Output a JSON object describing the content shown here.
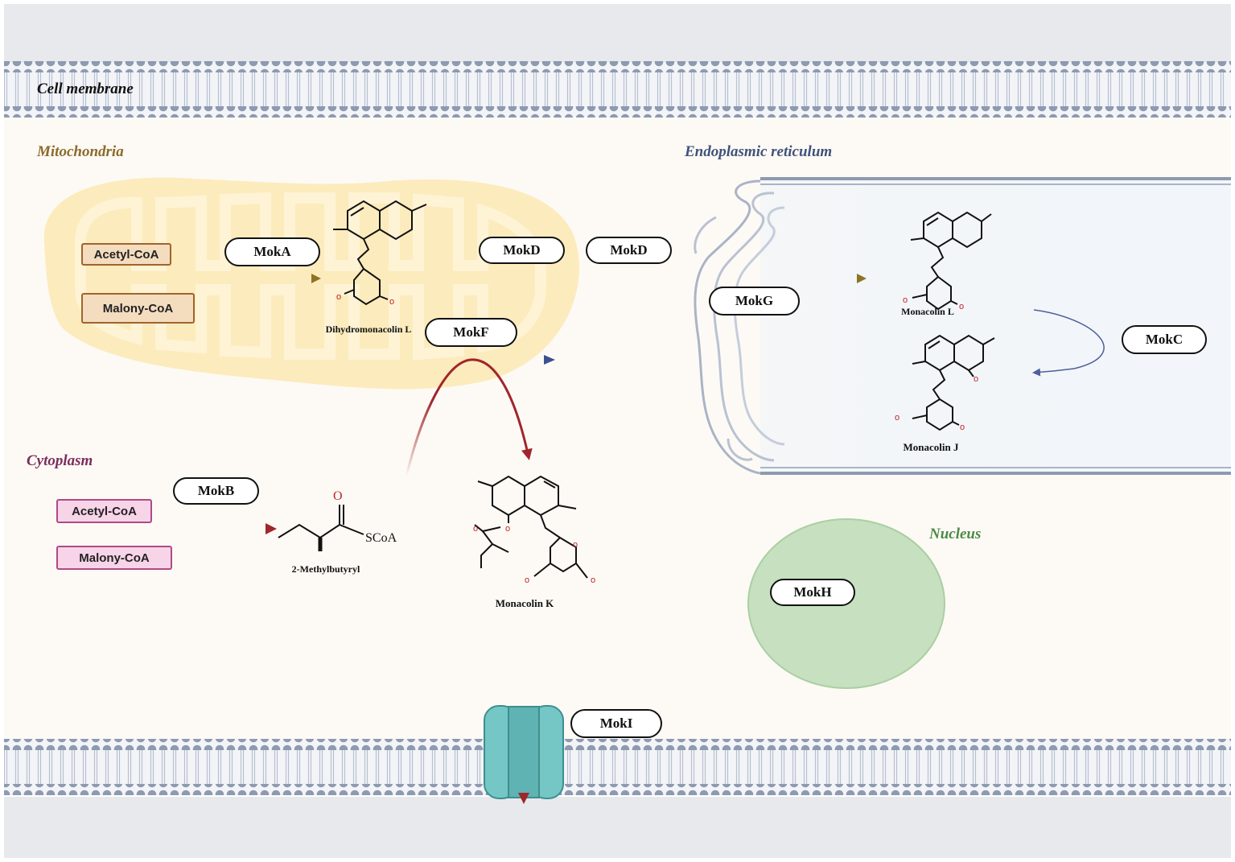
{
  "regions": {
    "cell_membrane": "Cell membrane",
    "mitochondria": "Mitochondria",
    "endoplasmic_reticulum": "Endoplasmic reticulum",
    "cytoplasm": "Cytoplasm",
    "nucleus": "Nucleus"
  },
  "substrates": {
    "mito_acetyl": "Acetyl-CoA",
    "mito_malony": "Malony-CoA",
    "cyto_acetyl": "Acetyl-CoA",
    "cyto_malony": "Malony-CoA"
  },
  "enzymes": {
    "moka": "MokA",
    "mokd_1": "MokD",
    "mokd_2": "MokD",
    "mokg": "MokG",
    "mokf": "MokF",
    "mokc": "MokC",
    "mokb": "MokB",
    "mokh": "MokH",
    "moki": "MokI"
  },
  "compounds": {
    "dihydromonacolin_l": "Dihydromonacolin L",
    "monacolin_l": "Monacolin L",
    "monacolin_j": "Monacolin J",
    "monacolin_k": "Monacolin K",
    "methylbutyryl": "2-Methylbutyryl",
    "scoa": "SCoA",
    "oxygen": "O"
  },
  "colors": {
    "membrane_head": "#8e9ab0",
    "mito_fill": "#fbe9b5",
    "mito_text": "#8b6a2b",
    "er_text": "#3f527a",
    "cyto_text": "#7a2d5a",
    "nucleus_fill": "#c6e0c0",
    "nucleus_text": "#4c8a45",
    "arrow_gold": "#8c7325",
    "arrow_blue": "#3d4f8f",
    "arrow_red": "#a0262b",
    "channel": "#75c7c6"
  }
}
